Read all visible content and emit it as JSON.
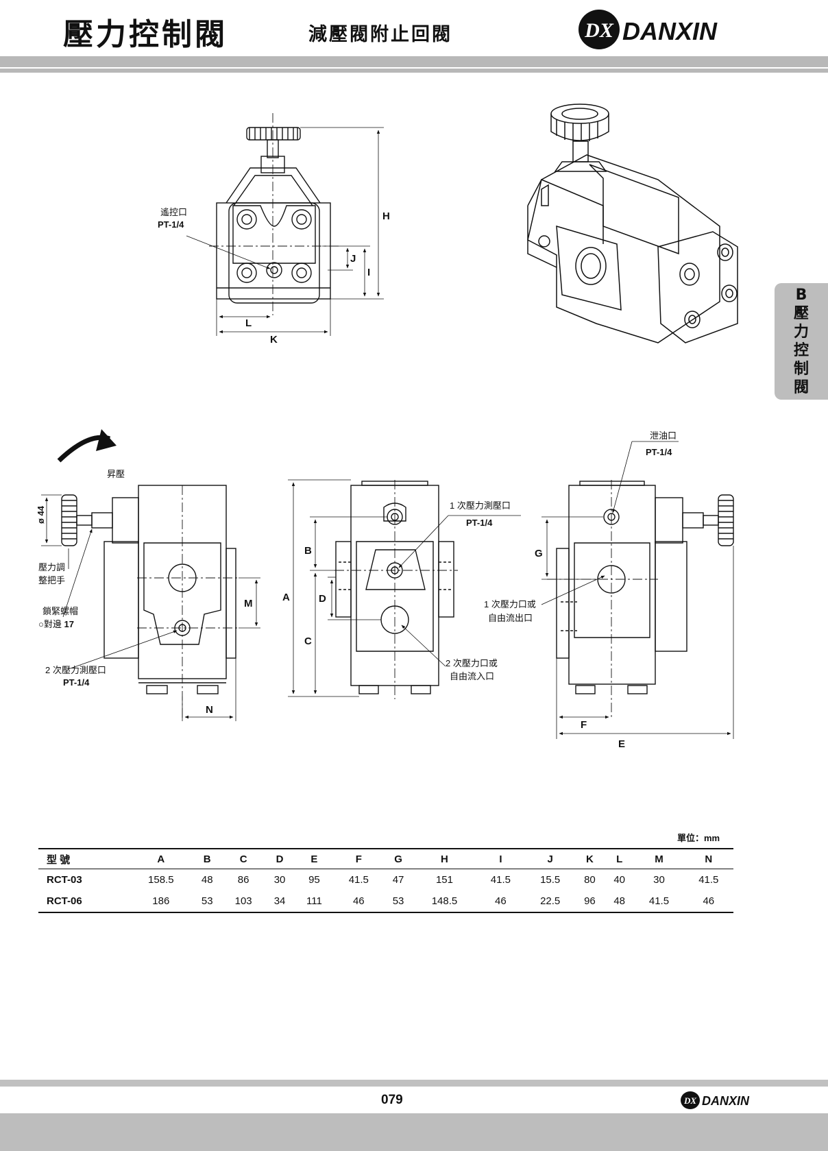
{
  "header": {
    "title": "壓力控制閥",
    "subtitle": "減壓閥附止回閥",
    "brand": "DANXIN",
    "logo_letters": "DX"
  },
  "side_tab": {
    "chars": [
      "B",
      "壓",
      "力",
      "控",
      "制",
      "閥"
    ]
  },
  "top_view": {
    "remote_port_label": "遙控口",
    "remote_port_size": "PT-1/4",
    "dim_h": "H",
    "dim_i": "I",
    "dim_j": "J",
    "dim_l": "L",
    "dim_k": "K"
  },
  "left_view": {
    "raise_label": "昇壓",
    "knob_diameter": "ø 44",
    "handle_label_1": "壓力調",
    "handle_label_2": "整把手",
    "locknut_label": "鎖緊螺帽",
    "hex_label": "○對邊",
    "hex_size": "17",
    "secondary_gauge_label": "2 次壓力測壓口",
    "secondary_gauge_size": "PT-1/4",
    "dim_m": "M",
    "dim_n": "N"
  },
  "front_view": {
    "primary_gauge_label": "1 次壓力測壓口",
    "primary_gauge_size": "PT-1/4",
    "secondary_port_1": "2 次壓力口或",
    "secondary_port_2": "自由流入口",
    "dim_a": "A",
    "dim_b": "B",
    "dim_c": "C",
    "dim_d": "D"
  },
  "right_view": {
    "drain_label": "泄油口",
    "drain_size": "PT-1/4",
    "primary_port_1": "1 次壓力口或",
    "primary_port_2": "自由流出口",
    "dim_g": "G",
    "dim_f": "F",
    "dim_e": "E"
  },
  "table": {
    "unit": "單位：mm",
    "headers": [
      "型 號",
      "A",
      "B",
      "C",
      "D",
      "E",
      "F",
      "G",
      "H",
      "I",
      "J",
      "K",
      "L",
      "M",
      "N"
    ],
    "rows": [
      [
        "RCT-03",
        "158.5",
        "48",
        "86",
        "30",
        "95",
        "41.5",
        "47",
        "151",
        "41.5",
        "15.5",
        "80",
        "40",
        "30",
        "41.5"
      ],
      [
        "RCT-06",
        "186",
        "53",
        "103",
        "34",
        "111",
        "46",
        "53",
        "148.5",
        "46",
        "22.5",
        "96",
        "48",
        "41.5",
        "46"
      ]
    ]
  },
  "footer": {
    "page_number": "079",
    "brand": "DANXIN",
    "logo_letters": "DX"
  }
}
